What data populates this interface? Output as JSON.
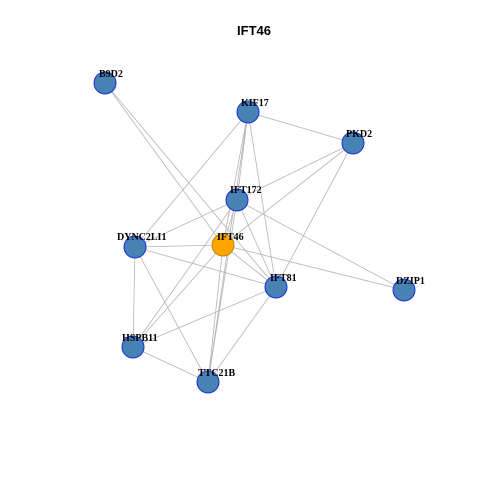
{
  "title": "IFT46",
  "colors": {
    "node_fill": "#4682b4",
    "node_stroke": "#1c2fd6",
    "focus_fill": "#ffa500",
    "focus_stroke": "#b8860b",
    "edge": "#b4b4b4"
  },
  "focus_node": "IFT46",
  "nodes": [
    {
      "id": "B9D2",
      "label": "B9D2"
    },
    {
      "id": "KIF17",
      "label": "KIF17"
    },
    {
      "id": "PKD2",
      "label": "PKD2"
    },
    {
      "id": "IFT172",
      "label": "IFT172"
    },
    {
      "id": "DYNC2LI1",
      "label": "DYNC2LI1"
    },
    {
      "id": "IFT46",
      "label": "IFT46"
    },
    {
      "id": "IFT81",
      "label": "IFT81"
    },
    {
      "id": "DZIP1",
      "label": "DZIP1"
    },
    {
      "id": "HSPB11",
      "label": "HSPB11"
    },
    {
      "id": "TTC21B",
      "label": "TTC21B"
    }
  ],
  "edges": [
    [
      "B9D2",
      "IFT46"
    ],
    [
      "B9D2",
      "IFT81"
    ],
    [
      "KIF17",
      "PKD2"
    ],
    [
      "KIF17",
      "IFT172"
    ],
    [
      "KIF17",
      "IFT46"
    ],
    [
      "KIF17",
      "IFT81"
    ],
    [
      "KIF17",
      "DYNC2LI1"
    ],
    [
      "KIF17",
      "TTC21B"
    ],
    [
      "PKD2",
      "IFT172"
    ],
    [
      "PKD2",
      "IFT46"
    ],
    [
      "PKD2",
      "IFT81"
    ],
    [
      "IFT172",
      "DYNC2LI1"
    ],
    [
      "IFT172",
      "IFT46"
    ],
    [
      "IFT172",
      "IFT81"
    ],
    [
      "IFT172",
      "DZIP1"
    ],
    [
      "IFT172",
      "HSPB11"
    ],
    [
      "IFT172",
      "TTC21B"
    ],
    [
      "DYNC2LI1",
      "IFT46"
    ],
    [
      "DYNC2LI1",
      "IFT81"
    ],
    [
      "DYNC2LI1",
      "HSPB11"
    ],
    [
      "DYNC2LI1",
      "TTC21B"
    ],
    [
      "IFT46",
      "IFT81"
    ],
    [
      "IFT46",
      "DZIP1"
    ],
    [
      "IFT46",
      "HSPB11"
    ],
    [
      "IFT46",
      "TTC21B"
    ],
    [
      "IFT81",
      "HSPB11"
    ],
    [
      "IFT81",
      "TTC21B"
    ],
    [
      "HSPB11",
      "TTC21B"
    ]
  ]
}
